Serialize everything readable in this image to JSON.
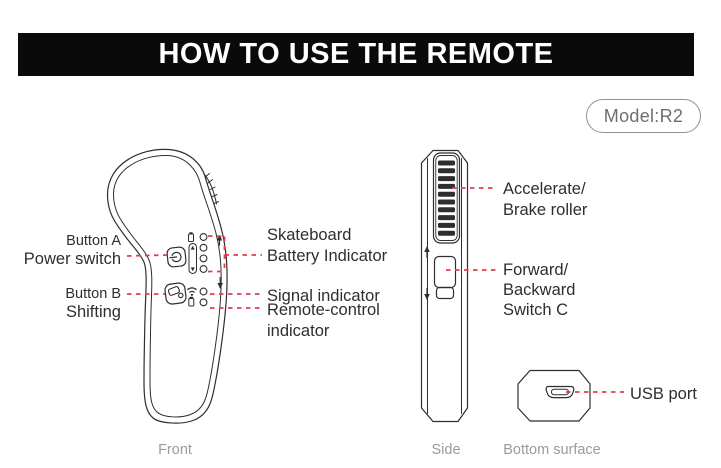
{
  "header": {
    "title": "HOW TO USE THE REMOTE"
  },
  "model_badge": {
    "label": "Model:R2"
  },
  "colors": {
    "banner_bg": "#0a0a0a",
    "banner_text": "#ffffff",
    "accent_callout": "#e23b52",
    "ink": "#2e2e2e",
    "muted": "#9b9b9b"
  },
  "front_view": {
    "caption": "Front",
    "labels": {
      "button_a_line1": "Button A",
      "button_a_line2": "Power switch",
      "button_b_line1": "Button B",
      "button_b_line2": "Shifting",
      "battery_line1": "Skateboard",
      "battery_line2": "Battery Indicator",
      "signal": "Signal indicator",
      "remote_line1": "Remote-control",
      "remote_line2": "indicator"
    },
    "icon_names": [
      "power-icon",
      "shifting-skate-icon",
      "battery-icon",
      "wifi-signal-icon",
      "up-arrow-icon",
      "down-arrow-icon",
      "battery-led-lights"
    ]
  },
  "side_view": {
    "caption": "Side",
    "labels": {
      "roller_line1": "Accelerate/",
      "roller_line2": "Brake roller",
      "switch_line1": "Forward/",
      "switch_line2": "Backward",
      "switch_line3": "Switch C"
    },
    "icon_names": [
      "roller-ridges",
      "up-arrow-icon",
      "down-arrow-icon"
    ]
  },
  "bottom_view": {
    "caption": "Bottom surface",
    "labels": {
      "usb": "USB port"
    },
    "icon_names": [
      "micro-usb-port-icon"
    ]
  }
}
